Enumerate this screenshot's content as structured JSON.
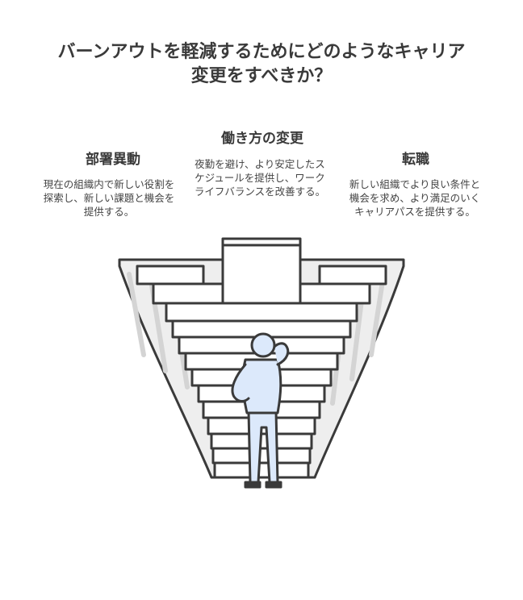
{
  "title": {
    "line1": "バーンアウトを軽減するためにどのようなキャリア",
    "line2": "変更をすべきか？"
  },
  "options": [
    {
      "heading": "部署異動",
      "description": "現在の組織内で新しい役割を探索し、新しい課題と機会を提供する。"
    },
    {
      "heading": "働き方の変更",
      "description": "夜勤を避け、より安定したスケジュールを提供し、ワークライフバランスを改善する。"
    },
    {
      "heading": "転職",
      "description": "新しい組織でより良い条件と機会を求め、より満足のいくキャリアパスを提供する。"
    }
  ],
  "colors": {
    "stroke": "#3a3a3a",
    "step_fill": "#ffffff",
    "hatch": "#d4d4d4",
    "person_fill": "#dce9fb"
  }
}
